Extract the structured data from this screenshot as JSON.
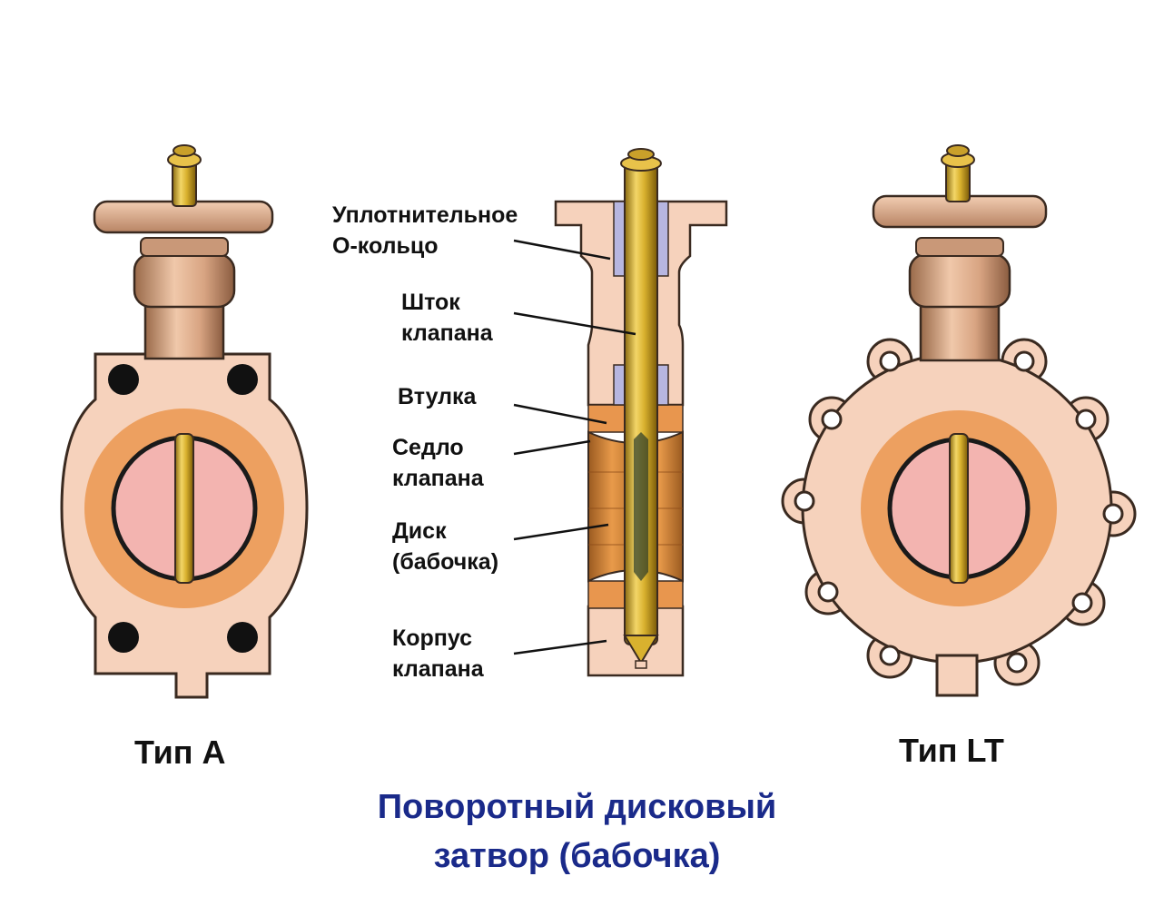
{
  "labels": {
    "o_ring_line1": "Уплотнительное",
    "o_ring_line2": "О-кольцо",
    "stem_line1": "Шток",
    "stem_line2": "клапана",
    "bushing": "Втулка",
    "seat_line1": "Седло",
    "seat_line2": "клапана",
    "disc_line1": "Диск",
    "disc_line2": "(бабочка)",
    "body_line1": "Корпус",
    "body_line2": "клапана"
  },
  "types": {
    "left": "Тип А",
    "right": "Тип LT"
  },
  "title": {
    "line1": "Поворотный дисковый",
    "line2": "затвор (бабочка)"
  },
  "colors": {
    "body": "#f6d2bc",
    "body_stroke": "#3a2a20",
    "seat": "#eda060",
    "disc": "#f3b4b0",
    "stem": "#d9b12e",
    "o_ring": "#b7b6e0",
    "title": "#1a2a8a"
  }
}
